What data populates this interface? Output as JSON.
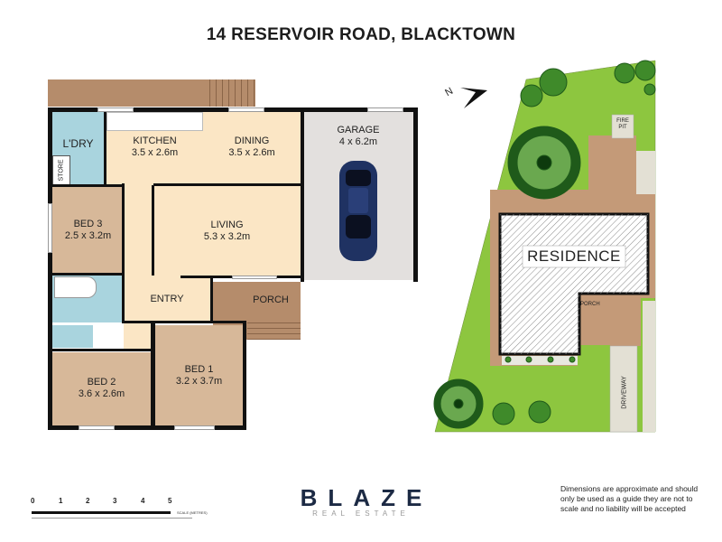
{
  "title": "14 RESERVOIR ROAD, BLACKTOWN",
  "floorplan": {
    "rooms": {
      "laundry": {
        "name": "L'DRY"
      },
      "store": {
        "name": "STORE"
      },
      "kitchen": {
        "name": "KITCHEN",
        "size": "3.5 x 2.6m"
      },
      "dining": {
        "name": "DINING",
        "size": "3.5 x 2.6m"
      },
      "garage": {
        "name": "GARAGE",
        "size": "4 x 6.2m"
      },
      "bed3": {
        "name": "BED 3",
        "size": "2.5 x 3.2m"
      },
      "living": {
        "name": "LIVING",
        "size": "5.3 x 3.2m"
      },
      "entry": {
        "name": "ENTRY"
      },
      "porch": {
        "name": "PORCH"
      },
      "bed2": {
        "name": "BED 2",
        "size": "3.6 x 2.6m"
      },
      "bed1": {
        "name": "BED 1",
        "size": "3.2 x 3.7m"
      }
    }
  },
  "siteplan": {
    "north_label": "N",
    "residence": "RESIDENCE",
    "fire_pit": "FIRE PIT",
    "porch": "PORCH",
    "driveway": "DRIVEWAY"
  },
  "scale": {
    "ticks": [
      "0",
      "1",
      "2",
      "3",
      "4",
      "5"
    ],
    "label": "SCALE (METRES)"
  },
  "brand": {
    "name": "BLAZE",
    "sub": "REAL ESTATE"
  },
  "disclaimer": "Dimensions are approximate and should only be used as a guide they are not to scale and no liability will be accepted",
  "colors": {
    "wet": "#a9d4de",
    "living": "#fbe6c5",
    "bed": "#d7b899",
    "garage": "#e3e0de",
    "deck": "#b58c6b",
    "lawn": "#8dc63f",
    "brand": "#1c2a44"
  }
}
